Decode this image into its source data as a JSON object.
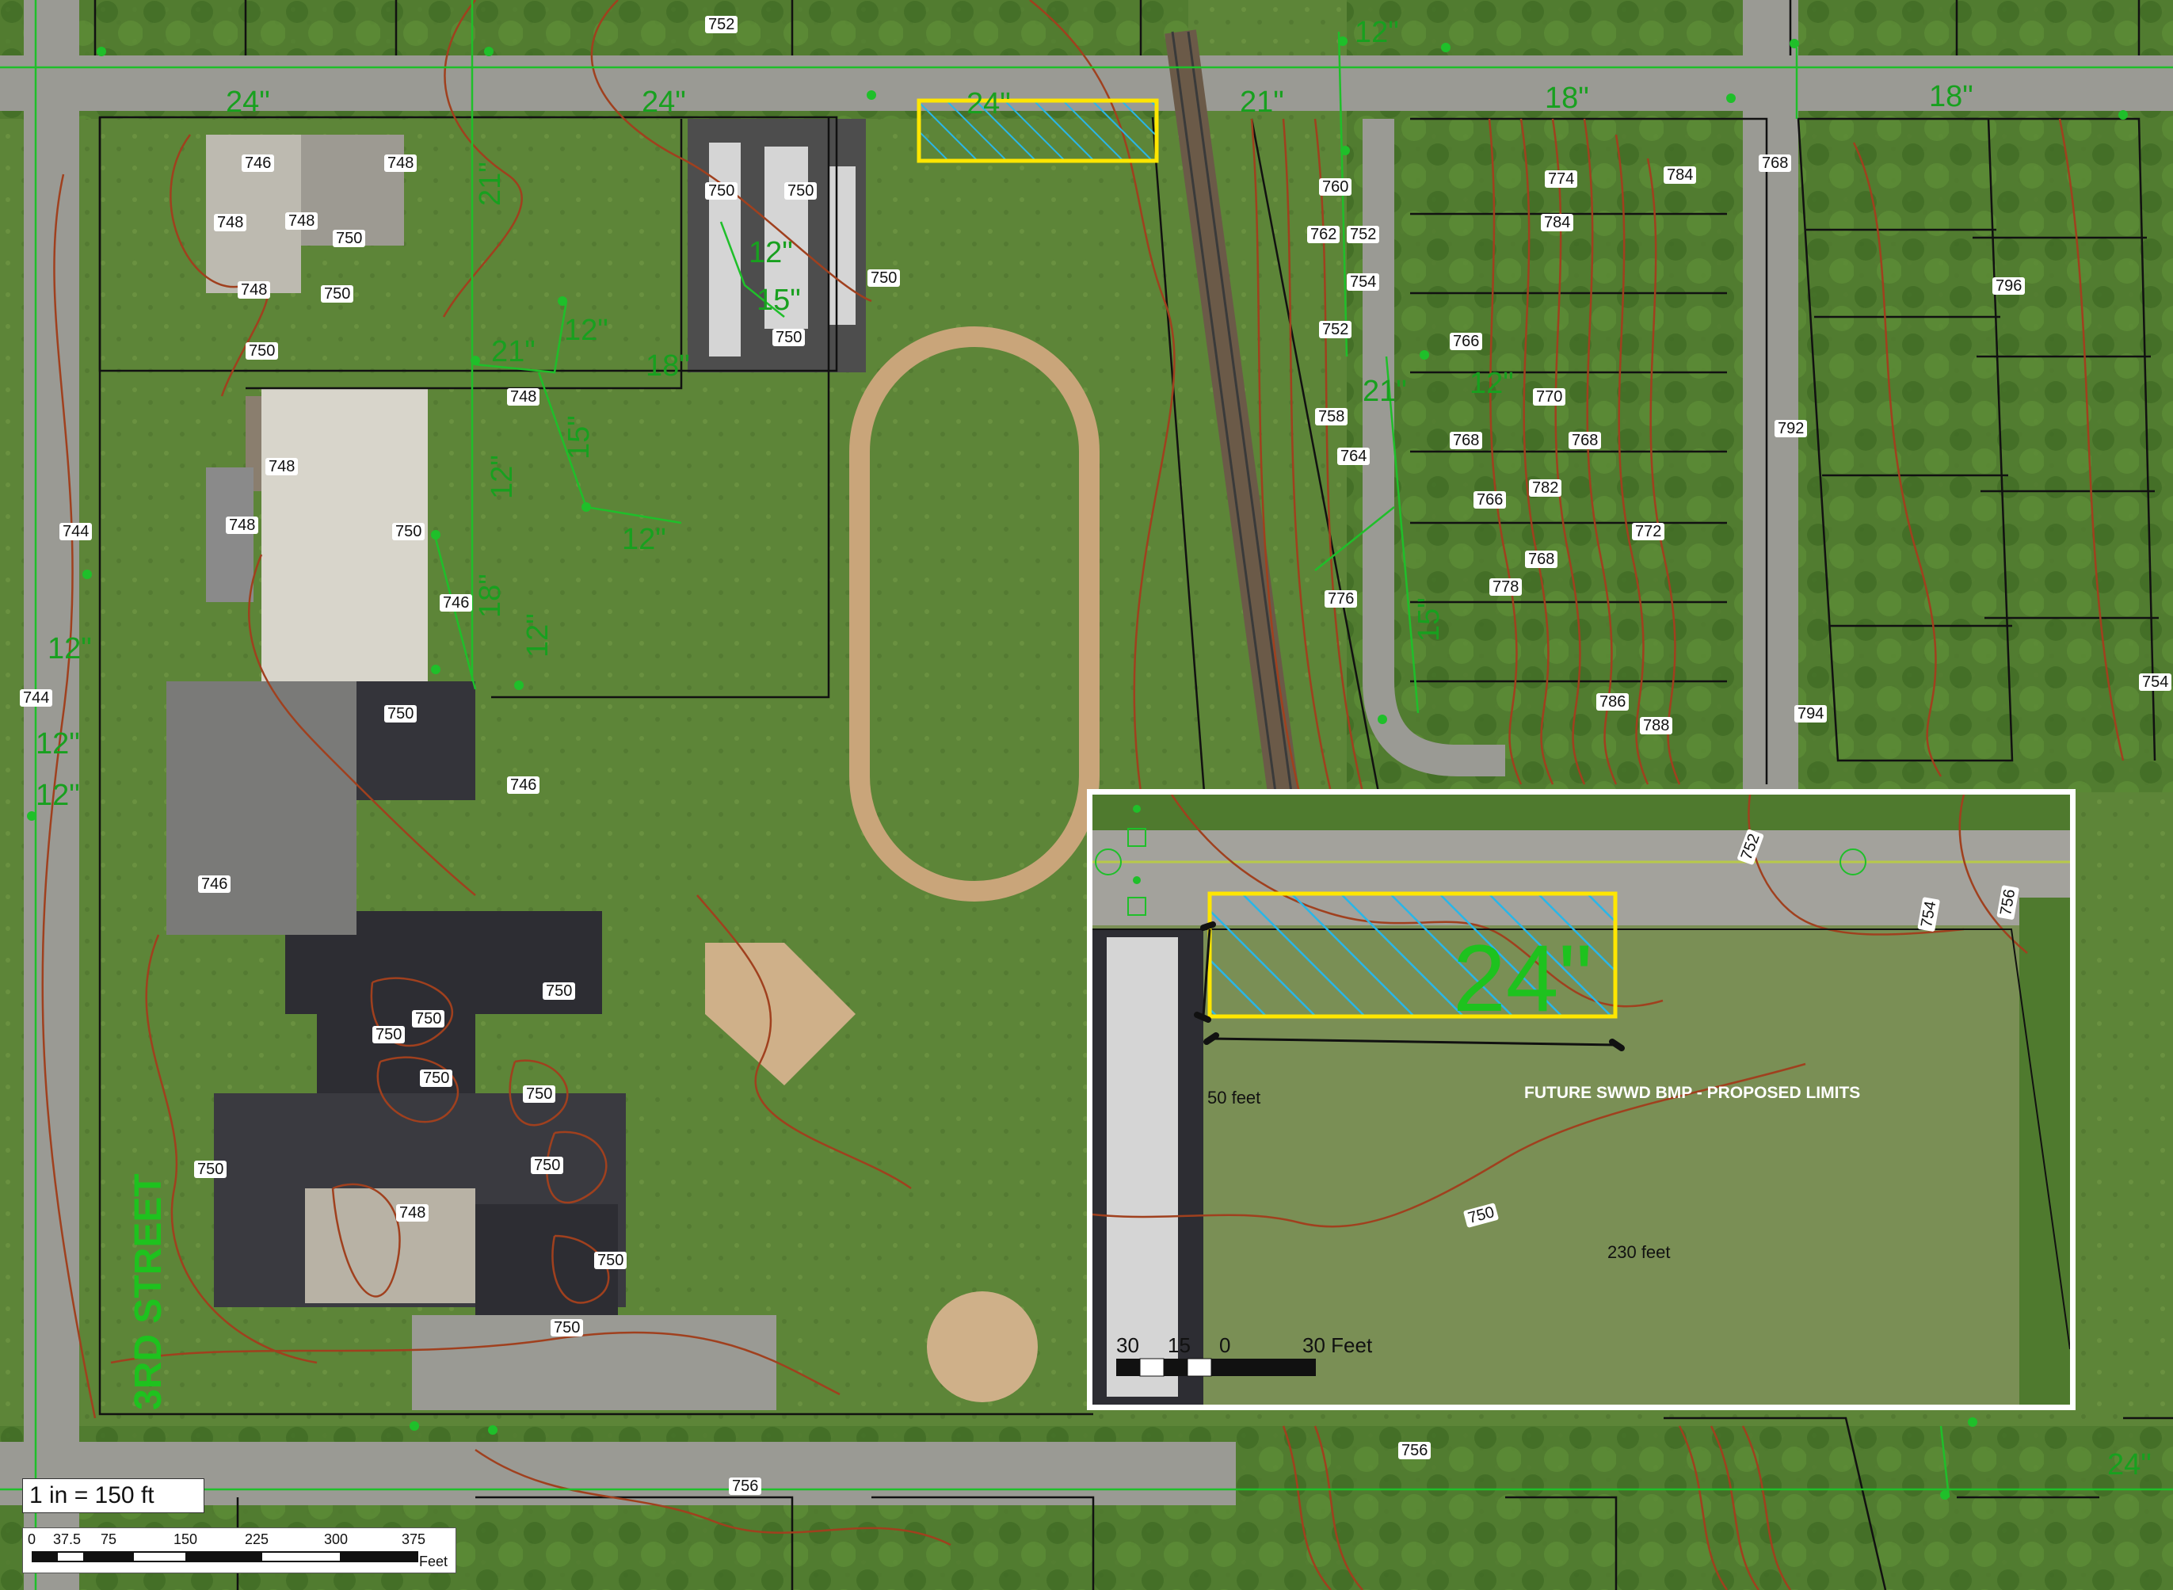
{
  "map": {
    "street_name": "3RD STREET",
    "pipe_labels": [
      "24\"",
      "24\"",
      "24\"",
      "21\"",
      "12\"",
      "18\"",
      "18\"",
      "21\"",
      "12\"",
      "15\"",
      "12\"",
      "21\"",
      "18\"",
      "15\"",
      "12\"",
      "12\"",
      "12\"",
      "18\"",
      "12\"",
      "21\"",
      "12\"",
      "15\"",
      "12\"",
      "12\"",
      "24\""
    ],
    "elevation_labels": [
      "752",
      "746",
      "748",
      "748",
      "750",
      "748",
      "750",
      "750",
      "748",
      "750",
      "750",
      "750",
      "748",
      "750",
      "748",
      "744",
      "748",
      "744",
      "750",
      "746",
      "750",
      "746",
      "746",
      "750",
      "750",
      "750",
      "750",
      "750",
      "750",
      "750",
      "748",
      "750",
      "750",
      "756",
      "760",
      "752",
      "762",
      "754",
      "752",
      "758",
      "764",
      "776",
      "774",
      "784",
      "784",
      "768",
      "766",
      "770",
      "768",
      "768",
      "766",
      "782",
      "768",
      "772",
      "778",
      "786",
      "788",
      "792",
      "794",
      "796",
      "754",
      "756"
    ],
    "scale_ratio": "1 in = 150 ft",
    "scale_ticks": [
      "0",
      "37.5",
      "75",
      "150",
      "225",
      "300",
      "375"
    ],
    "scale_unit": "Feet"
  },
  "inset": {
    "bmp_label": "FUTURE SWWD BMP - PROPOSED LIMITS",
    "pipe_label": "24\"",
    "width_dim": "50 feet",
    "length_dim": "230 feet",
    "elevation_labels": [
      "752",
      "754",
      "756",
      "750"
    ],
    "scale_ticks": [
      "30",
      "15",
      "0",
      "30 Feet"
    ]
  },
  "colors": {
    "parcel": "#111111",
    "contour": "#a0401e",
    "storm_pipe": "#1fbf2a",
    "bmp_outline": "#ffe600",
    "bmp_hatch": "#29b6e8"
  }
}
